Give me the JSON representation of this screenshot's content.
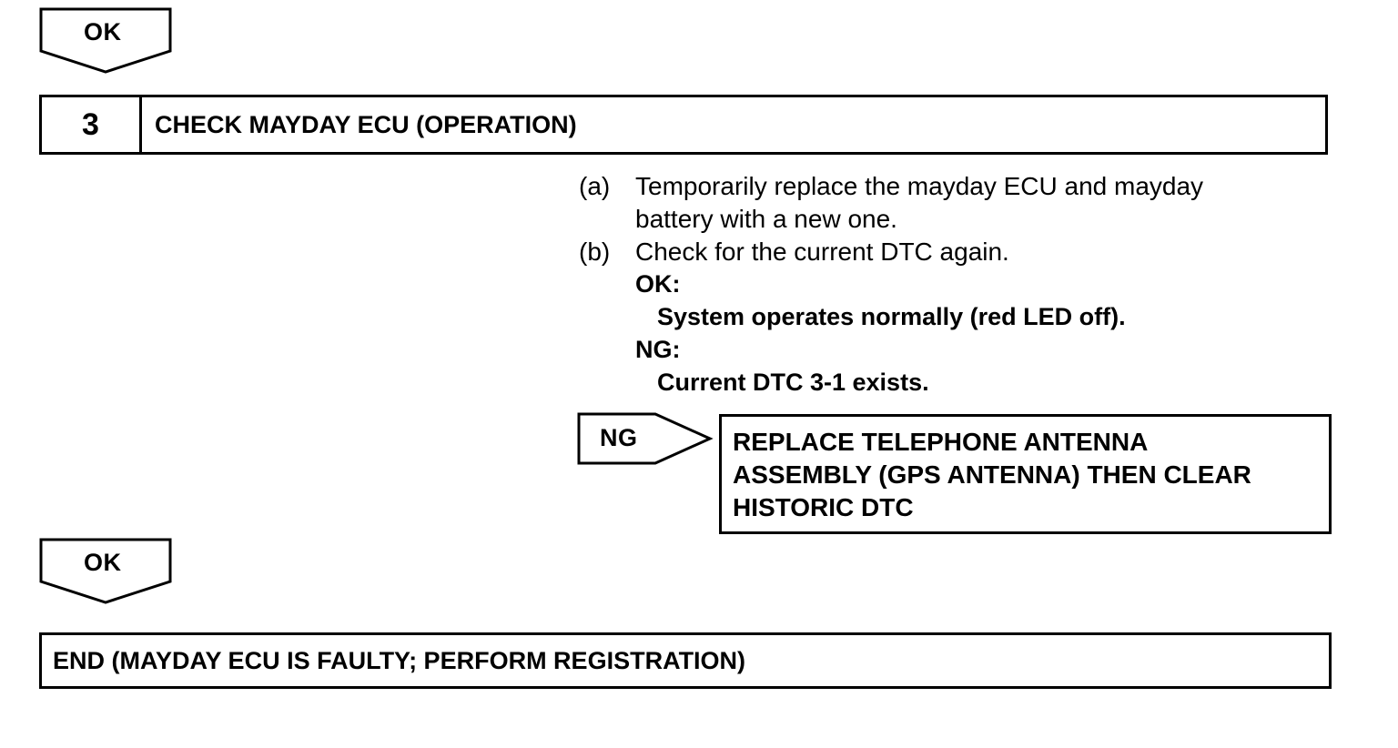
{
  "flow": {
    "top_ok_label": "OK",
    "step": {
      "number": "3",
      "title": "CHECK MAYDAY ECU (OPERATION)"
    },
    "instructions": [
      {
        "marker": "(a)",
        "lines": [
          "Temporarily replace the mayday ECU and mayday",
          "battery with a new one."
        ]
      },
      {
        "marker": "(b)",
        "lines": [
          "Check for the current DTC again."
        ]
      }
    ],
    "criteria": {
      "ok_heading": "OK:",
      "ok_text": "System operates normally (red LED off).",
      "ng_heading": "NG:",
      "ng_text": "Current DTC 3-1 exists."
    },
    "ng_branch": {
      "label": "NG",
      "action_lines": [
        "REPLACE TELEPHONE ANTENNA",
        "ASSEMBLY (GPS ANTENNA) THEN CLEAR",
        "HISTORIC DTC"
      ]
    },
    "bottom_ok_label": "OK",
    "end_text": "END (MAYDAY ECU IS FAULTY; PERFORM REGISTRATION)"
  }
}
